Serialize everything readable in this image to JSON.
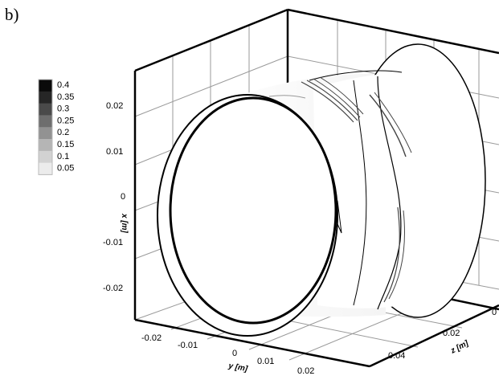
{
  "panel_label": "b)",
  "legend": {
    "levels": [
      "0.4",
      "0.35",
      "0.3",
      "0.25",
      "0.2",
      "0.15",
      "0.1",
      "0.05"
    ],
    "colors": [
      "#0a0a0a",
      "#262626",
      "#4a4a4a",
      "#6e6e6e",
      "#929292",
      "#b5b5b5",
      "#d2d2d2",
      "#ececec"
    ]
  },
  "axes": {
    "x": {
      "label": "x [m]",
      "ticks": [
        "0.02",
        "0.01",
        "0",
        "-0.01",
        "-0.02"
      ]
    },
    "y": {
      "label": "y [m]",
      "ticks": [
        "-0.02",
        "-0.01",
        "0",
        "0.01",
        "0.02"
      ]
    },
    "z": {
      "label": "z [m]",
      "ticks": [
        "0",
        "0.02",
        "0.04"
      ]
    }
  }
}
